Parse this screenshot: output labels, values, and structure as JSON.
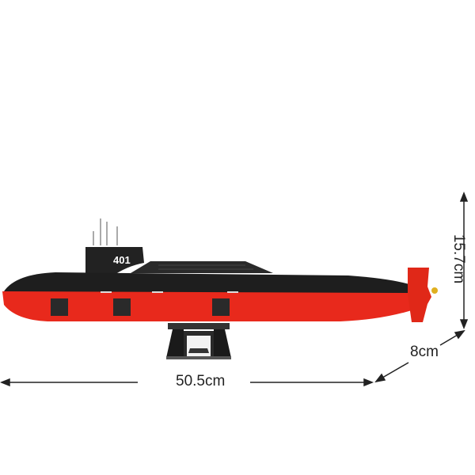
{
  "product": {
    "hull_number": "401",
    "colors": {
      "hull_top": "#1e1e1e",
      "hull_bottom": "#e8291c",
      "stand": "#1a1a1a"
    }
  },
  "dimensions": {
    "length": "50.5cm",
    "width": "8cm",
    "height": "15.7cm"
  }
}
